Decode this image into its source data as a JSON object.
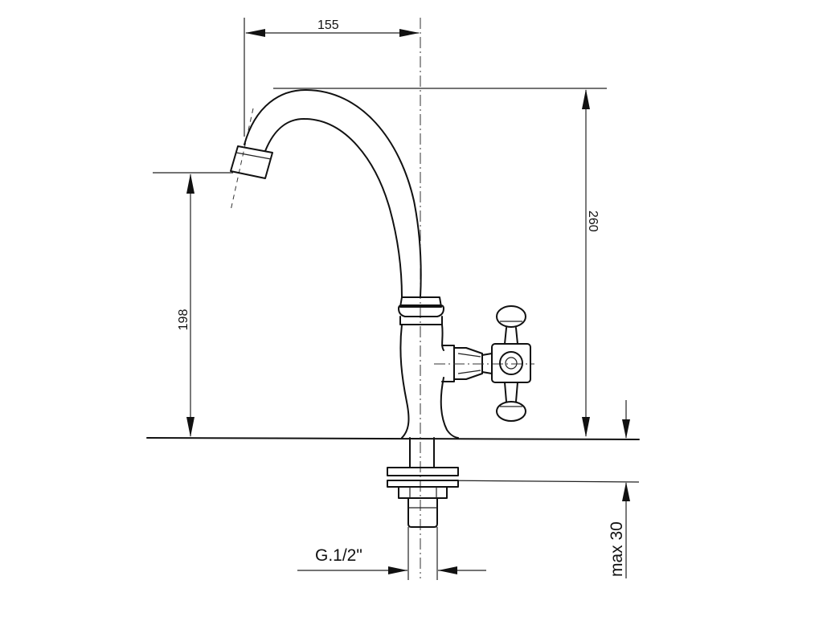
{
  "dimensions": {
    "spout_reach": "155",
    "total_height": "260",
    "outlet_height": "198",
    "max_thickness": "max 30",
    "thread": "G.1/2\""
  }
}
